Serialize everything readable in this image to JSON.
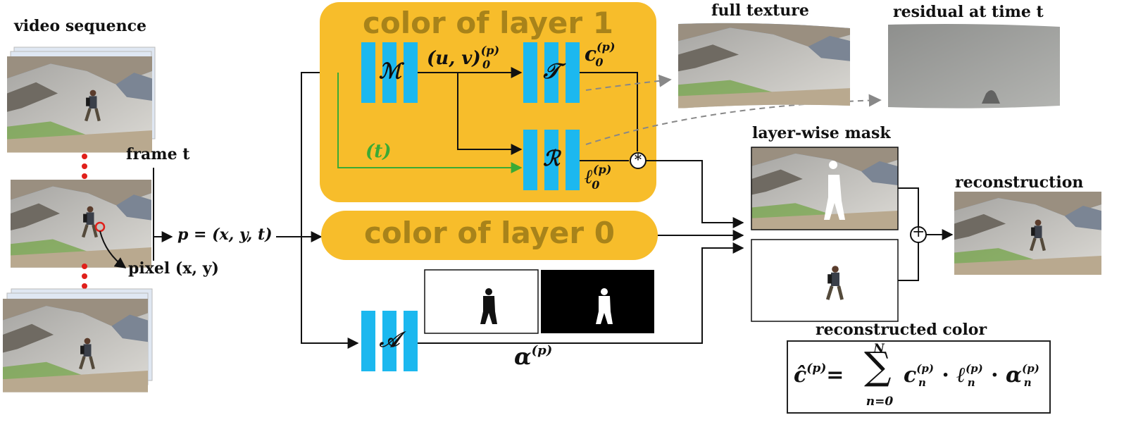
{
  "labels": {
    "video_sequence": "video sequence",
    "frame_t": "frame t",
    "pixel_xy": "pixel (x, y)",
    "p_eq": "p = (x, y, t)",
    "full_texture": "full texture",
    "residual": "residual at time t",
    "layer_wise_mask": "layer-wise mask",
    "reconstruction": "reconstruction",
    "reconstructed_color": "reconstructed color"
  },
  "layers": {
    "layer1_title": "color of layer 1",
    "layer0_title": "color of layer 0"
  },
  "networks": {
    "mapping": "ℳ",
    "texture": "𝒯",
    "residual": "ℛ",
    "alpha": "𝒜"
  },
  "symbols": {
    "uv": "(u, v)",
    "uv_sub": "0",
    "uv_sup": "(p)",
    "c": "c",
    "c_sub": "0",
    "c_sup": "(p)",
    "l": "ℓ",
    "l_sub": "0",
    "l_sup": "(p)",
    "t_input": "(t)",
    "alpha": "α",
    "alpha_sup": "(p)",
    "multiply": "*",
    "plus": "+"
  },
  "formula": {
    "lhs": "ĉ",
    "lhs_sup": "(p)",
    "eq": "=",
    "sum_top": "N",
    "sum_bottom": "n=0",
    "c": "c",
    "l": "ℓ",
    "a": "α",
    "sub": "n",
    "sup": "(p)",
    "dot": "·"
  },
  "colors": {
    "layer_fill": "#f7bd2b",
    "layer_text": "#a8831a",
    "network_blue": "#1cb8ef",
    "green_arrow": "#3aaa35",
    "dot_red": "#e0201b"
  }
}
